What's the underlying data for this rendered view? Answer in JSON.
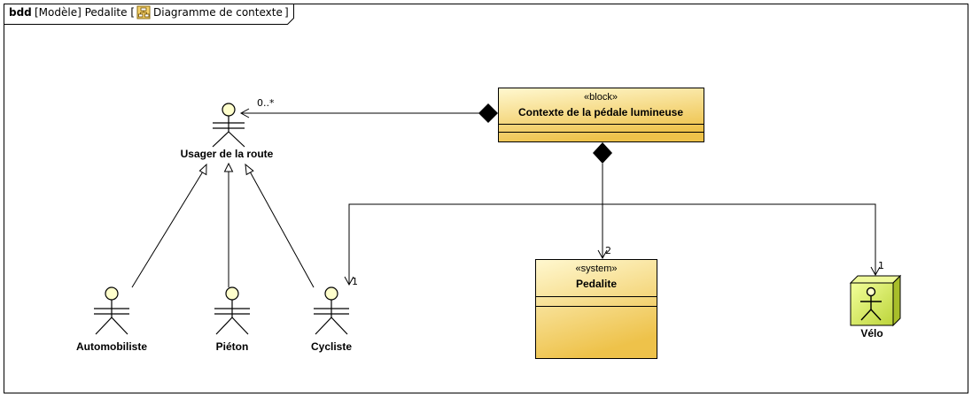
{
  "frame": {
    "kind": "bdd",
    "label": "[Modèle] Pedalite [",
    "diagram_name": "Diagramme de contexte",
    "close": "]",
    "icon": "diagram-icon"
  },
  "actors": {
    "usager": "Usager de la route",
    "automobiliste": "Automobiliste",
    "pieton": "Piéton",
    "cycliste": "Cycliste",
    "velo": "Vélo"
  },
  "blocks": {
    "context": {
      "stereotype": "«block»",
      "name": "Contexte de la pédale lumineuse"
    },
    "pedalite": {
      "stereotype": "«system»",
      "name": "Pedalite"
    }
  },
  "multiplicities": {
    "usager": "0..*",
    "pedalite": "2",
    "cycliste": "1",
    "velo": "1"
  },
  "colors": {
    "block_fill_top": "#fff6c8",
    "block_fill_bottom": "#f0c850",
    "actor_head": "#ffffcc",
    "velo_box": "#d8ec5a",
    "line": "#000000"
  }
}
